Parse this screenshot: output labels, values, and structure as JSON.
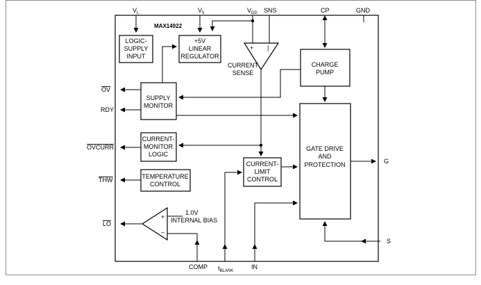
{
  "chip_name": "MAX14922",
  "pins": {
    "vl": "V",
    "vl_sub": "L",
    "v5": "V",
    "v5_sub": "5",
    "vdd": "V",
    "vdd_sub": "DD",
    "sns": "SNS",
    "cp": "CP",
    "gnd": "GND",
    "ov": "OV",
    "rdy": "RDY",
    "ovcurr": "OVCURR",
    "thw": "THW",
    "lo": "LO",
    "g": "G",
    "s": "S",
    "comp": "COMP",
    "tblank": "t",
    "tblank_sub": "BLANK",
    "in": "IN"
  },
  "blocks": {
    "logic_supply": [
      "LOGIC-",
      "SUPPLY",
      "INPUT"
    ],
    "linear_regulator": [
      "+5V",
      "LINEAR",
      "REGULATOR"
    ],
    "current_sense": [
      "CURRENT",
      "SENSE"
    ],
    "charge_pump": [
      "CHARGE",
      "PUMP"
    ],
    "supply_monitor": [
      "SUPPLY",
      "MONITOR"
    ],
    "current_monitor": [
      "CURRENT-",
      "MONITOR",
      "LOGIC"
    ],
    "temperature_control": [
      "TEMPERATURE",
      "CONTROL"
    ],
    "current_limit": [
      "CURRENT-",
      "LIMIT",
      "CONTROL"
    ],
    "gate_drive": [
      "GATE DRIVE",
      "AND",
      "PROTECTION"
    ],
    "internal_bias": [
      "1.0V",
      "INTERNAL BIAS"
    ]
  },
  "amp_signs": {
    "plus": "+",
    "minus": "–",
    "minus_bar": "|"
  }
}
